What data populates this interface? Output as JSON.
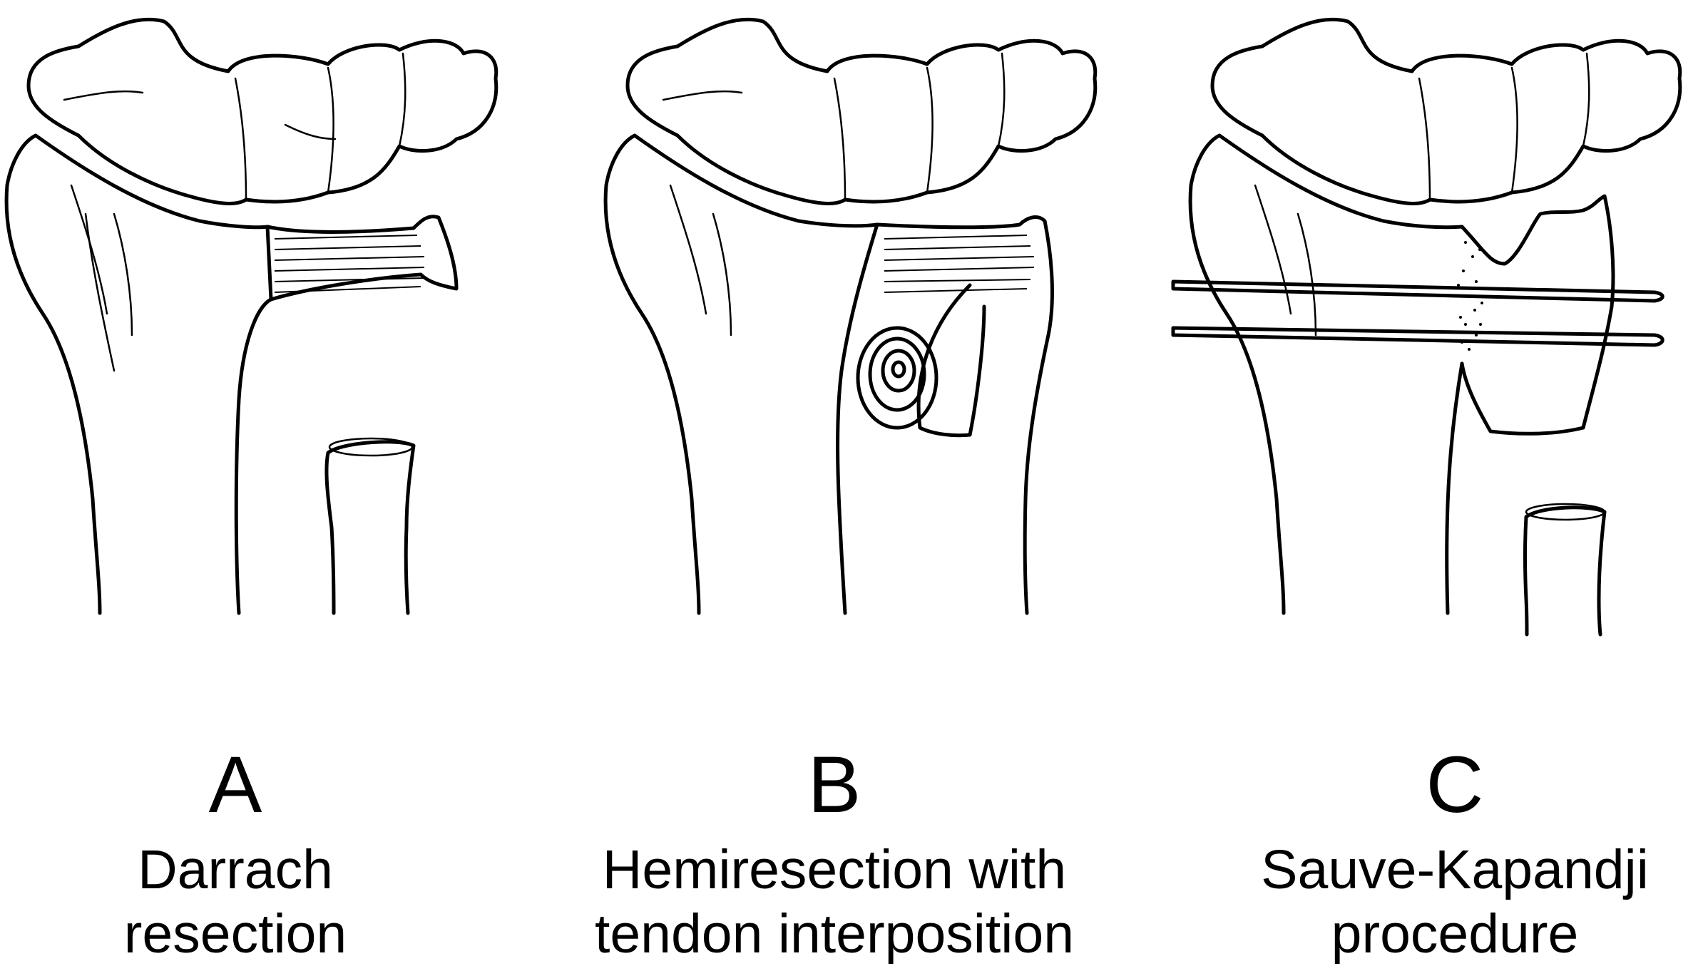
{
  "panels": [
    {
      "letter": "A",
      "caption_lines": [
        "Darrach",
        "resection"
      ]
    },
    {
      "letter": "B",
      "caption_lines": [
        "Hemiresection with",
        "tendon interposition"
      ]
    },
    {
      "letter": "C",
      "caption_lines": [
        "Sauve-Kapandji",
        "procedure"
      ]
    }
  ]
}
